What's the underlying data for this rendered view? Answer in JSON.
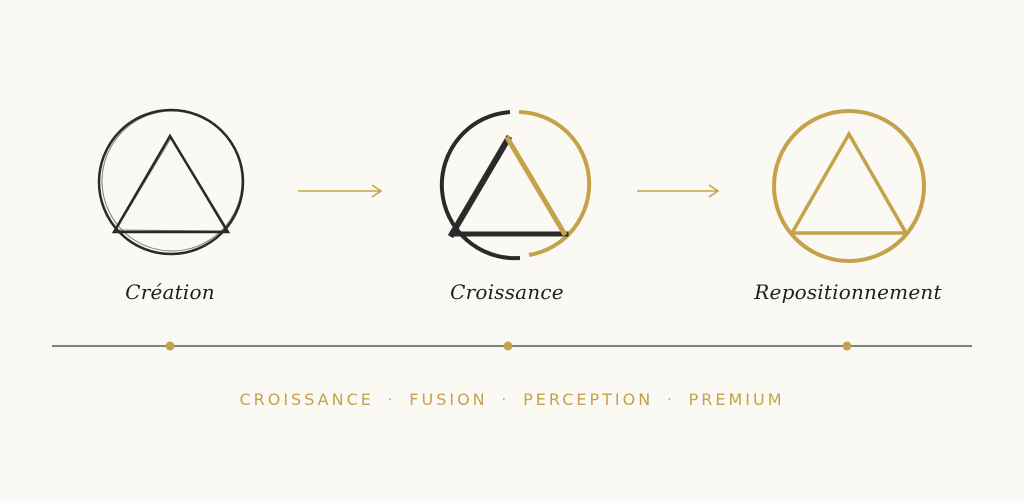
{
  "stages": [
    {
      "label": "Création"
    },
    {
      "label": "Croissance"
    },
    {
      "label": "Repositionnement"
    }
  ],
  "keywords": [
    "CROISSANCE",
    "FUSION",
    "PERCEPTION",
    "PREMIUM"
  ],
  "separator": "·",
  "colors": {
    "background": "#fbf9f4",
    "ink": "#2a2a2a",
    "gold": "#c3a24a",
    "timeline": "#3a3a3a"
  }
}
